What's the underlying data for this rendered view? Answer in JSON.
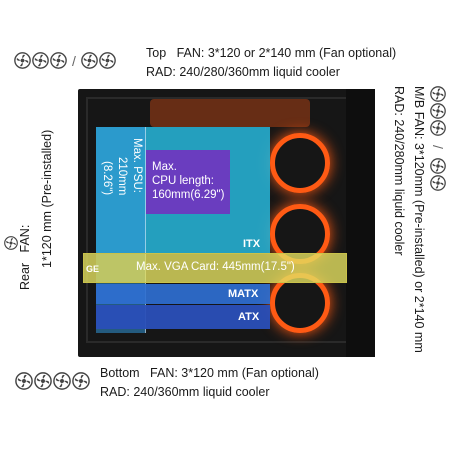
{
  "top": {
    "label": "Top",
    "fan": "FAN: 3*120 or 2*140 mm (Fan optional)",
    "rad": "RAD: 240/280/360mm liquid cooler",
    "slash": "/"
  },
  "bottom": {
    "label": "Bottom",
    "fan": "FAN: 3*120  mm (Fan optional)",
    "rad": "RAD: 240/360mm liquid cooler"
  },
  "rear": {
    "label": "Rear",
    "fan_title": "FAN:",
    "fan": "1*120 mm (Pre-installed)"
  },
  "mb_side": {
    "line1": "M/B  FAN: 3*120mm (Pre-installed) or 2*140 mm",
    "line2": "RAD: 240/280mm liquid cooler",
    "slash": "/"
  },
  "overlays": {
    "psu_l1": "Max. PSU:",
    "psu_l2": "210mm",
    "psu_l3": "(8.26\")",
    "cpu_l1": "Max.",
    "cpu_l2": "CPU length:",
    "cpu_l3": "160mm(6.29\")",
    "itx": "ITX",
    "vga": "Max. VGA Card: 445mm(17.5\")",
    "matx": "MATX",
    "atx": "ATX",
    "gpu_edge": "GE"
  },
  "colors": {
    "case": "#161616",
    "glow": "#ff5a14",
    "itx": "#27b3d6",
    "cpu": "#6a3dbf",
    "vga": "#e4e060",
    "matx": "#2f6fd1",
    "atx": "#2a4fb8"
  },
  "icons": {
    "fan": "fan-icon"
  }
}
